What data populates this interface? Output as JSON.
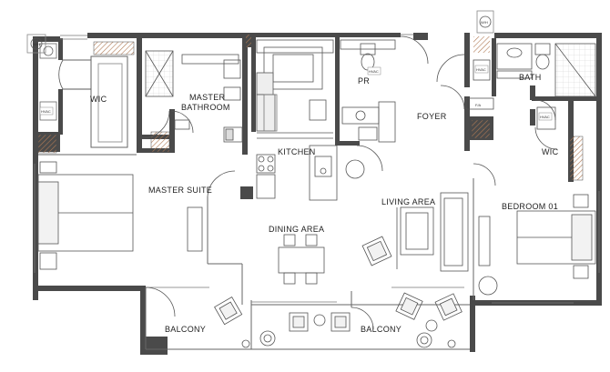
{
  "colors": {
    "wall": "#4a4a4a",
    "wall_hatch": "#6b6b6b",
    "line": "#555555",
    "light_line": "#8a8a8a",
    "furniture": "#666666",
    "fill_light": "#f2f2f2",
    "hatch_orange": "#b07a55"
  },
  "rooms": {
    "wic_left": "WIC",
    "master_bathroom_line1": "MASTER",
    "master_bathroom_line2": "BATHROOM",
    "pr": "PR",
    "foyer": "FOYER",
    "bath": "BATH",
    "kitchen": "KITCHEN",
    "master_suite": "MASTER SUITE",
    "dining_area": "DINING AREA",
    "living_area": "LIVING AREA",
    "wic_right": "WIC",
    "bedroom_01": "BEDROOM 01",
    "balcony_left": "BALCONY",
    "balcony_right": "BALCONY"
  },
  "fixtures": {
    "hvac_1": "HVAC",
    "hvac_2": "HVAC",
    "hvac_3": "HVAC",
    "hvac_4": "HVAC",
    "wh_1": "W/H",
    "wh_2": "W/H",
    "fa_1": "F/A"
  }
}
